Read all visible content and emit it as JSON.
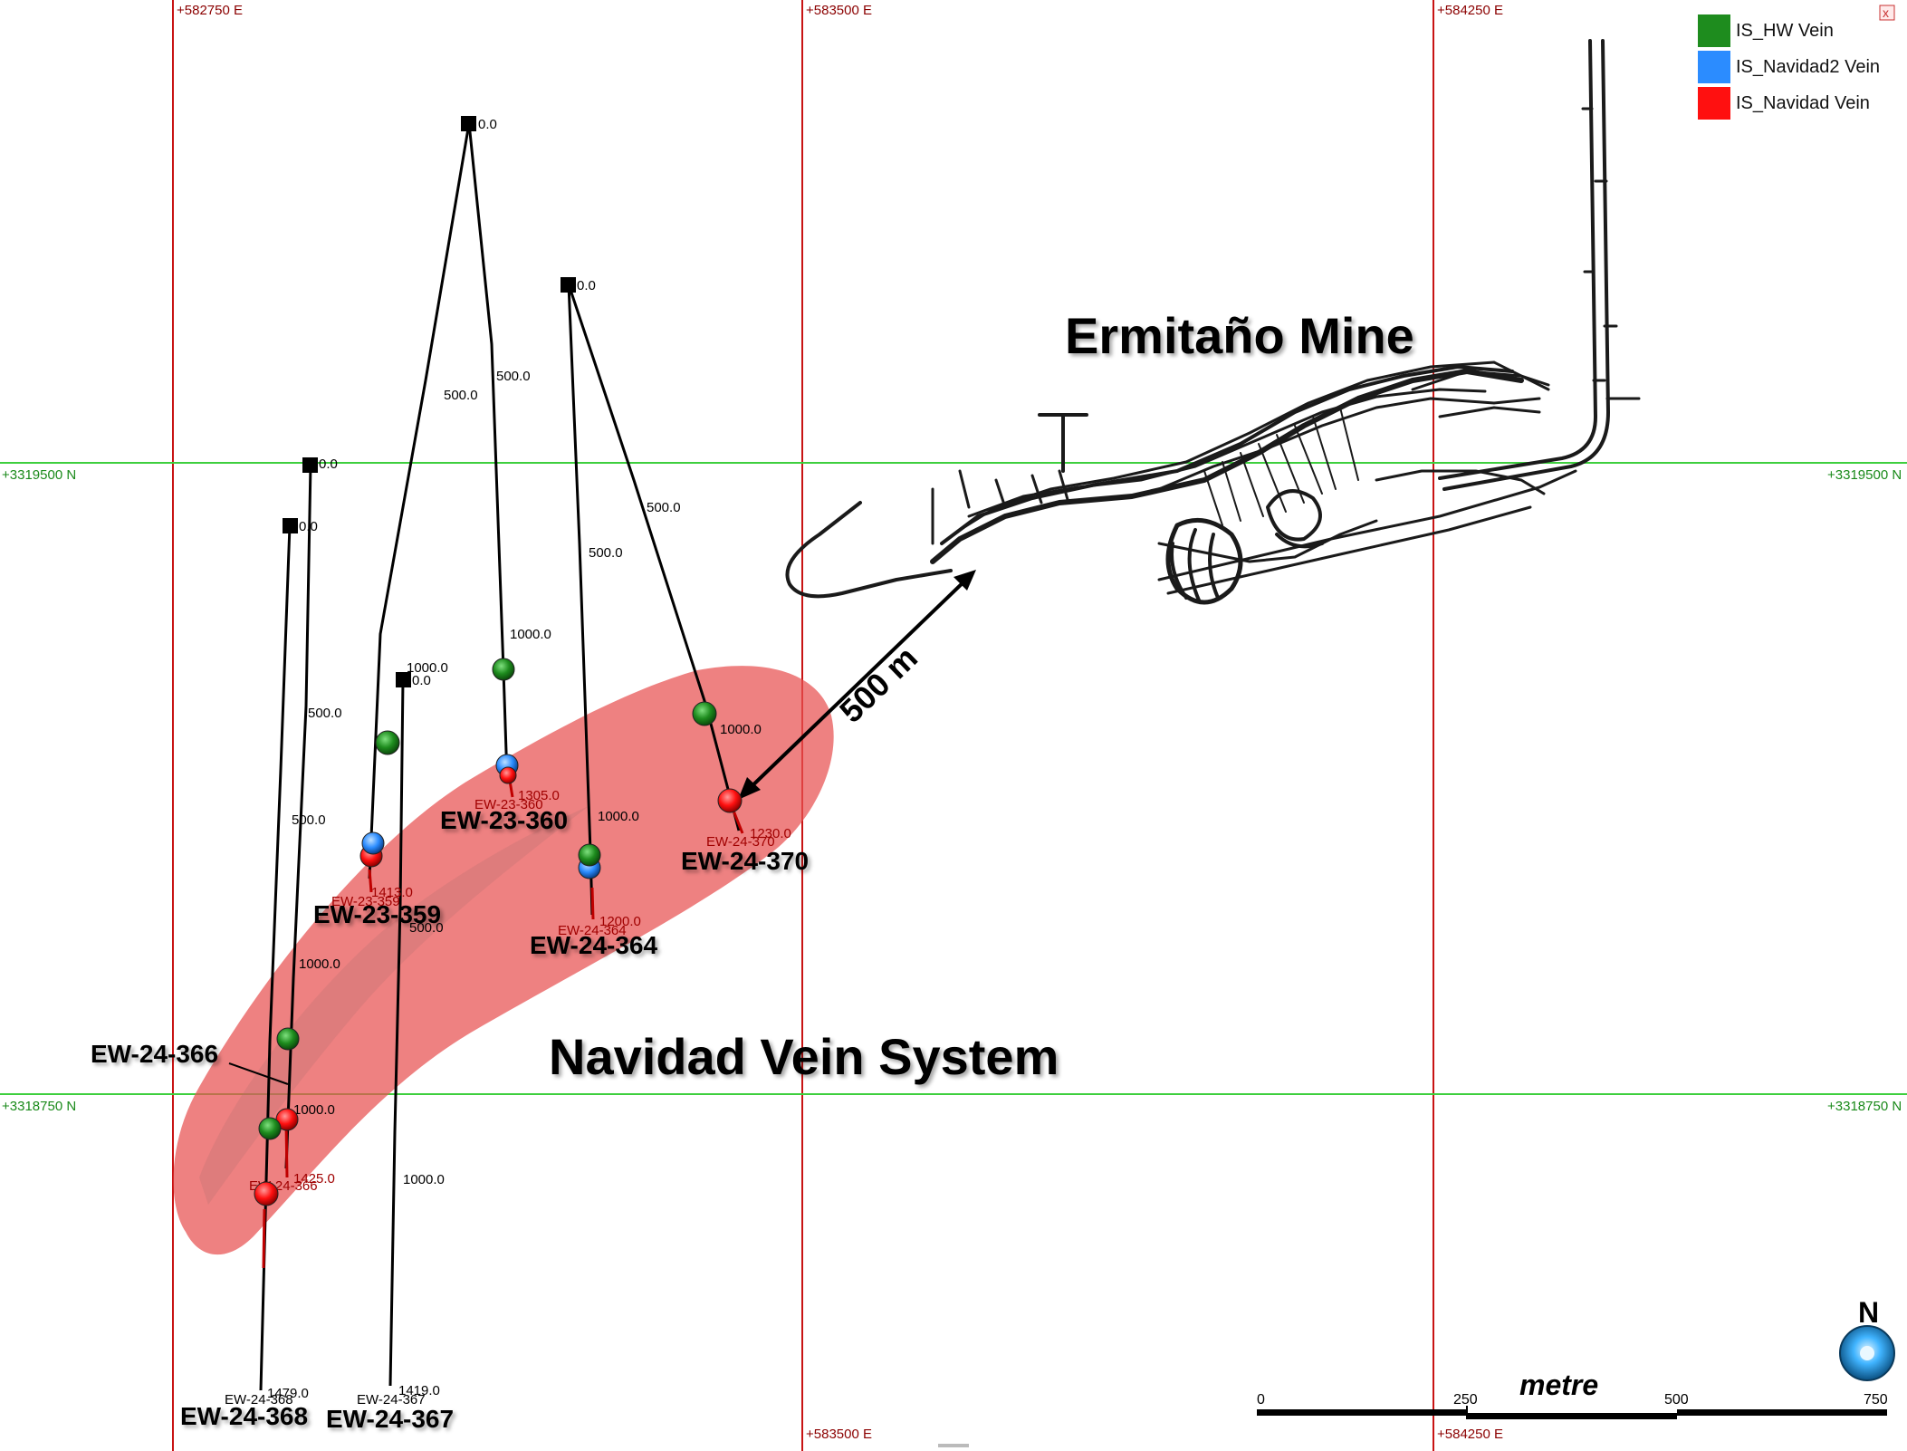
{
  "legend": {
    "items": [
      {
        "label": "IS_HW Vein",
        "color": "#1e8c1e"
      },
      {
        "label": "IS_Navidad2 Vein",
        "color": "#2b8cff"
      },
      {
        "label": "IS_Navidad Vein",
        "color": "#ff1010"
      }
    ],
    "close_label": "x"
  },
  "grid": {
    "eastings": [
      "+582750 E",
      "+583500 E",
      "+584250 E"
    ],
    "northings": [
      "+3319500 N",
      "+3318750 N"
    ]
  },
  "titles": {
    "mine": "Ermitaño Mine",
    "vein_system": "Navidad Vein System",
    "distance": "500 m"
  },
  "holes": [
    {
      "name": "EW-24-368",
      "depths": [
        "0.0",
        "500.0",
        "1000.0",
        "1479.0"
      ]
    },
    {
      "name": "EW-24-366",
      "depths": [
        "0.0",
        "500.0",
        "1000.0",
        "1425.0"
      ]
    },
    {
      "name": "EW-24-367",
      "depths": [
        "0.0",
        "500.0",
        "1000.0",
        "1419.0"
      ]
    },
    {
      "name": "EW-23-359",
      "depths": [
        "0.0",
        "500.0",
        "1000.0",
        "1413.0"
      ]
    },
    {
      "name": "EW-23-360",
      "depths": [
        "0.0",
        "500.0",
        "1000.0",
        "1305.0"
      ]
    },
    {
      "name": "EW-24-364",
      "depths": [
        "0.0",
        "500.0",
        "1000.0",
        "1200.0"
      ]
    },
    {
      "name": "EW-24-370",
      "depths": [
        "0.0",
        "500.0",
        "1000.0",
        "1230.0"
      ]
    }
  ],
  "small_labels": {
    "h359": "EW-23-359",
    "h360": "EW-23-360",
    "h364": "EW-24-364",
    "h370": "EW-24-370",
    "h366": "EW-24-366",
    "h367": "EW-24-367",
    "h368": "EW-24-368"
  },
  "scale_bar": {
    "unit": "metre",
    "ticks": [
      "0",
      "250",
      "500",
      "750"
    ]
  },
  "north_arrow": {
    "label": "N"
  }
}
